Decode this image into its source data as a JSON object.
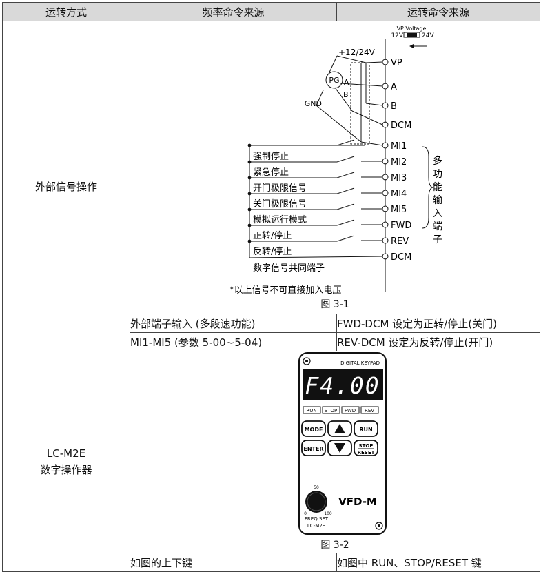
{
  "table": {
    "headers": [
      "运转方式",
      "频率命令来源",
      "运转命令来源"
    ],
    "row1": {
      "mode": "外部信号操作",
      "figure_caption": "图 3-1",
      "freq_lines": [
        "外部端子输入 (多段速功能)",
        "MI1-MI5 (参数 5-00~5-04)"
      ],
      "run_lines": [
        "FWD-DCM 设定为正转/停止(关门)",
        "REV-DCM 设定为反转/停止(开门)"
      ]
    },
    "row2": {
      "mode_lines": [
        "LC-M2E",
        "数字操作器"
      ],
      "figure_caption": "图 3-2",
      "freq": "如图的上下键",
      "run": "如图中 RUN、STOP/RESET 键"
    }
  },
  "wiring": {
    "vp_voltage_title": "VP Voltage",
    "vp_12v": "12V",
    "vp_24v": "24V",
    "supply_label": "+12/24V",
    "pg": "PG",
    "pg_a": "A",
    "pg_b": "B",
    "gnd": "GND",
    "terminals": [
      "VP",
      "A",
      "B",
      "DCM",
      "MI1",
      "MI2",
      "MI3",
      "MI4",
      "MI5",
      "FWD",
      "REV",
      "DCM"
    ],
    "switch_labels": [
      "强制停止",
      "紧急停止",
      "开门极限信号",
      "关门极限信号",
      "模拟运行模式",
      "正转/停止",
      "反转/停止"
    ],
    "common_label": "数字信号共同端子",
    "multi_input_chars": [
      "多",
      "功",
      "能",
      "输",
      "入",
      "端",
      "子"
    ],
    "note": "*以上信号不可直接加入电压"
  },
  "keypad": {
    "title": "DIGITAL KEYPAD",
    "display": "F4.00",
    "indicators": [
      "RUN",
      "STOP",
      "FWD",
      "REV"
    ],
    "btn_mode": "MODE",
    "btn_run": "RUN",
    "btn_enter": "ENTER",
    "btn_stop": "STOP",
    "btn_reset": "RESET",
    "brand": "VFD-M",
    "knob_top": "50",
    "knob_min": "0",
    "knob_max": "100",
    "freq_set": "FREQ SET",
    "model": "LC-M2E"
  }
}
